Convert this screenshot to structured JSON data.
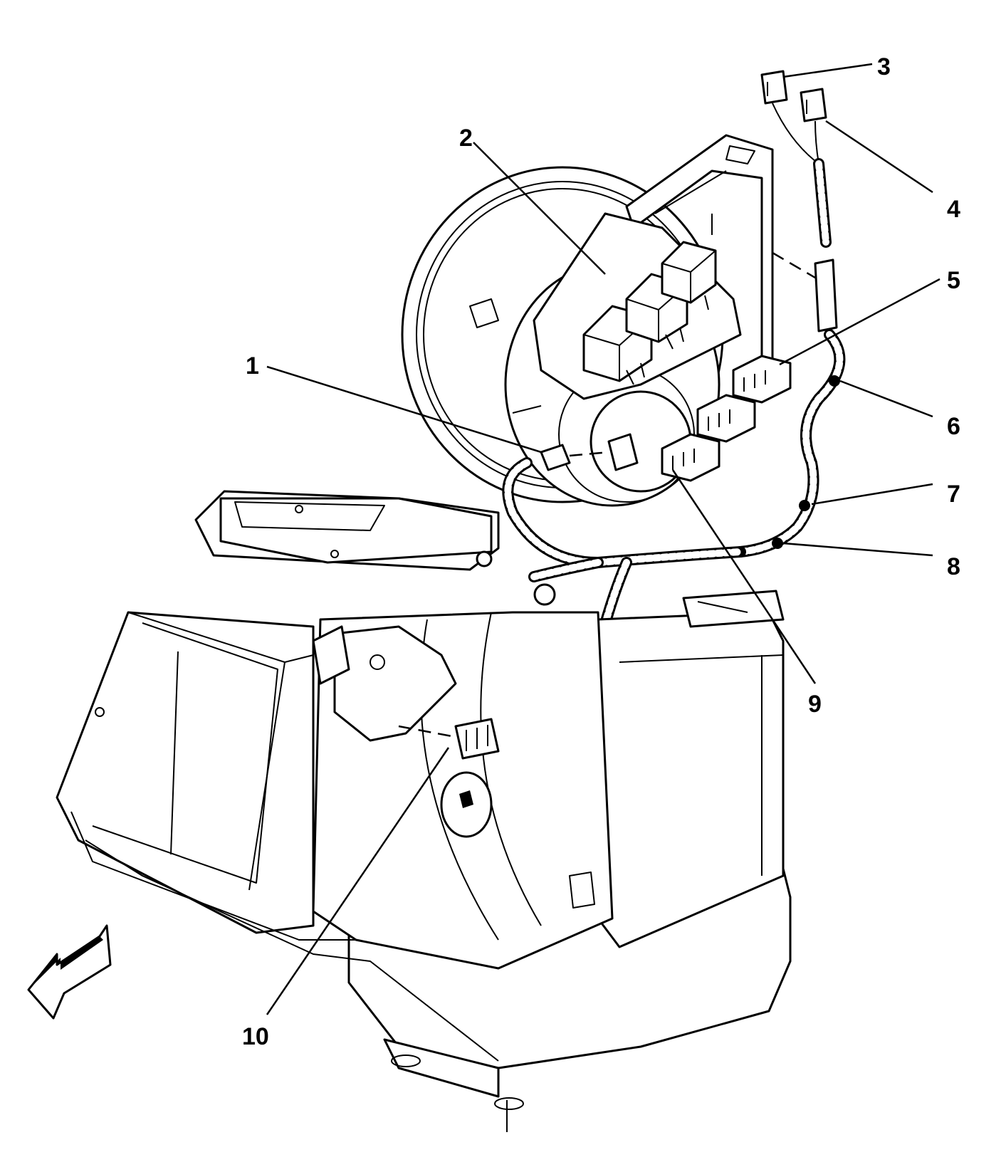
{
  "callouts": [
    {
      "id": "1",
      "label": "1"
    },
    {
      "id": "2",
      "label": "2"
    },
    {
      "id": "3",
      "label": "3"
    },
    {
      "id": "4",
      "label": "4"
    },
    {
      "id": "5",
      "label": "5"
    },
    {
      "id": "6",
      "label": "6"
    },
    {
      "id": "7",
      "label": "7"
    },
    {
      "id": "8",
      "label": "8"
    },
    {
      "id": "9",
      "label": "9"
    },
    {
      "id": "10",
      "label": "10"
    }
  ],
  "icons": {
    "orientation_arrow": "front-direction-arrow-icon"
  }
}
